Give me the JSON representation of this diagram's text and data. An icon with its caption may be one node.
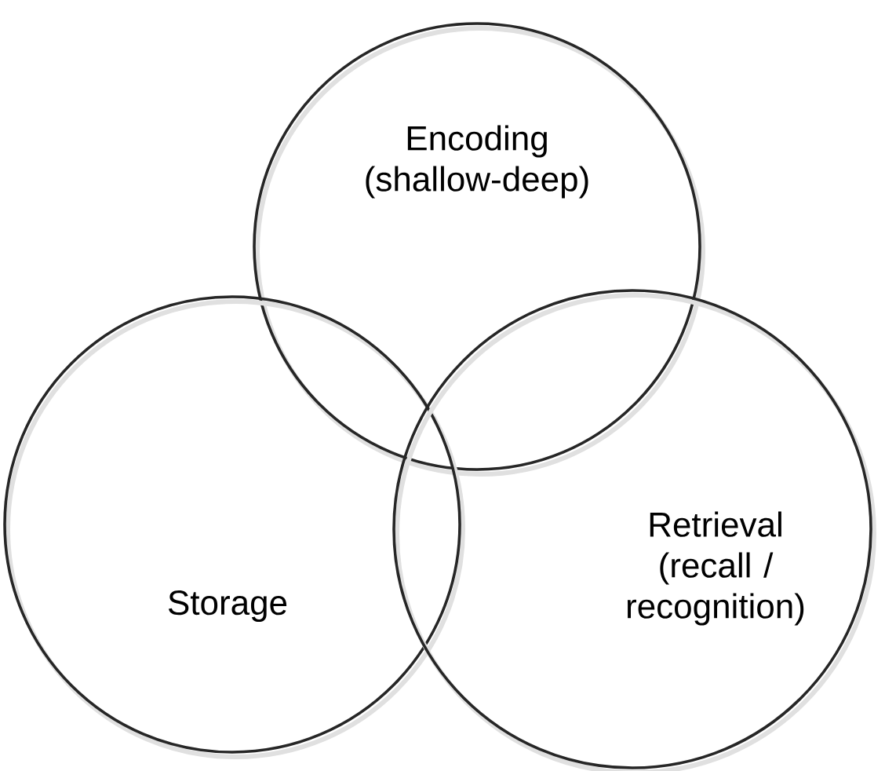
{
  "diagram": {
    "nodes": [
      {
        "text": [
          "Encoding (shallow-deep)"
        ]
      },
      {
        "text": [
          "Storage"
        ]
      },
      {
        "text": [
          "Retrieval (recall / recognition)"
        ]
      }
    ]
  }
}
